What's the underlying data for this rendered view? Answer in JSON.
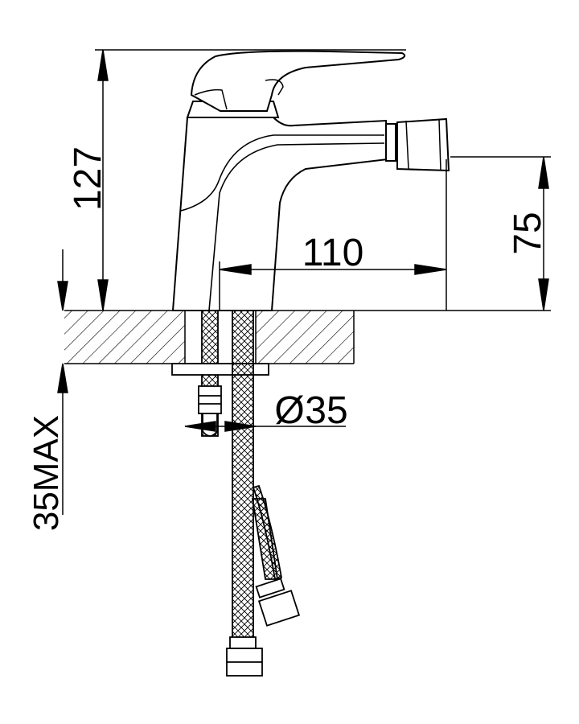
{
  "dimensions": {
    "height_total": "127",
    "spout_height": "75",
    "spout_reach": "110",
    "hole_diameter_symbol": "Ø",
    "hole_diameter": "35",
    "max_thickness": "35MAX"
  }
}
